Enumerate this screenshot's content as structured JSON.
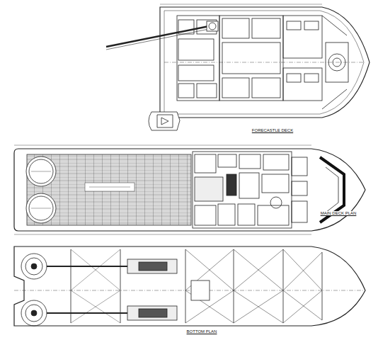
{
  "diagram": {
    "labels": [
      "FORECASTLE DECK",
      "MAIN DECK PLAN",
      "BOTTOM PLAN"
    ]
  }
}
